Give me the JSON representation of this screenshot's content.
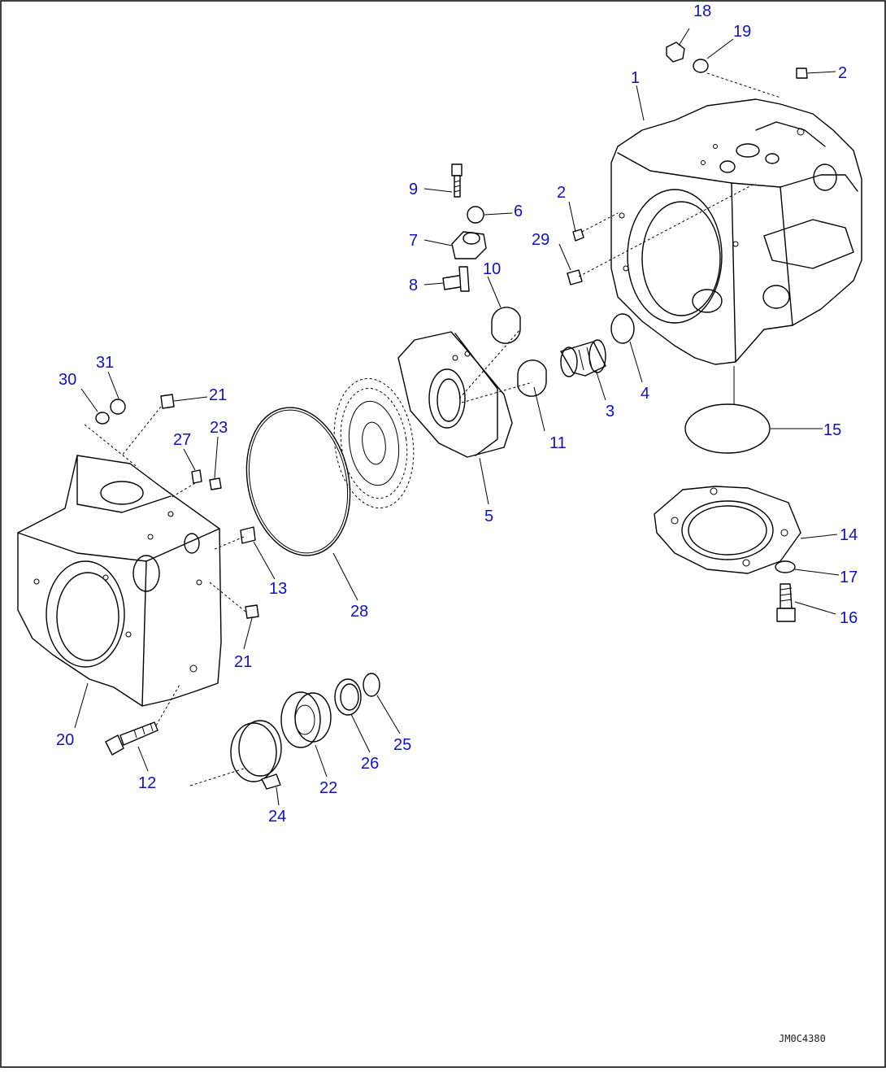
{
  "drawing_ref": "JM0C4380",
  "callouts": [
    "1",
    "2",
    "2",
    "3",
    "4",
    "5",
    "6",
    "7",
    "8",
    "9",
    "10",
    "11",
    "12",
    "13",
    "14",
    "15",
    "16",
    "17",
    "18",
    "19",
    "20",
    "21",
    "21",
    "22",
    "23",
    "24",
    "25",
    "26",
    "27",
    "28",
    "29",
    "30",
    "31"
  ]
}
